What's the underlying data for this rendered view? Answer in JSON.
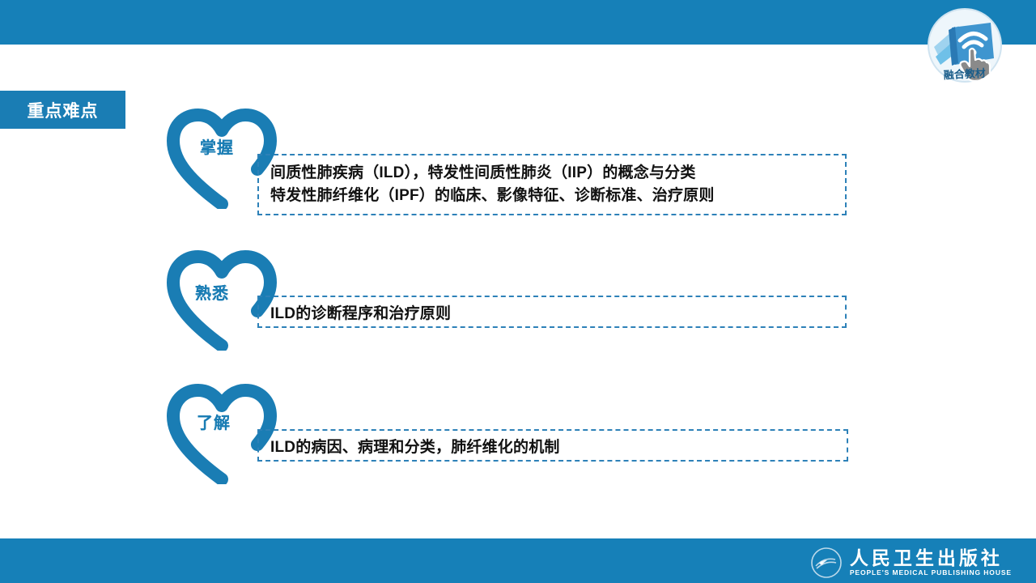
{
  "slide": {
    "title_badge": "重点难点",
    "accent_color": "#1680b8",
    "badge_color": "#1a7db4",
    "dash_border_color": "#2d81b8",
    "body_text_color": "#111111"
  },
  "emblem": {
    "name": "融合教材",
    "icons": [
      "book-icon",
      "wifi-icon",
      "pointing-hand-icon"
    ]
  },
  "objectives": [
    {
      "level": "掌握",
      "text": "间质性肺疾病（ILD），特发性间质性肺炎（IIP）的概念与分类\n特发性肺纤维化（IPF）的临床、影像特征、诊断标准、治疗原则"
    },
    {
      "level": "熟悉",
      "text": "ILD的诊断程序和治疗原则"
    },
    {
      "level": "了解",
      "text": "ILD的病因、病理和分类，肺纤维化的机制"
    }
  ],
  "footer": {
    "publisher_cn": "人民卫生出版社",
    "publisher_en": "PEOPLE'S MEDICAL PUBLISHING HOUSE"
  }
}
